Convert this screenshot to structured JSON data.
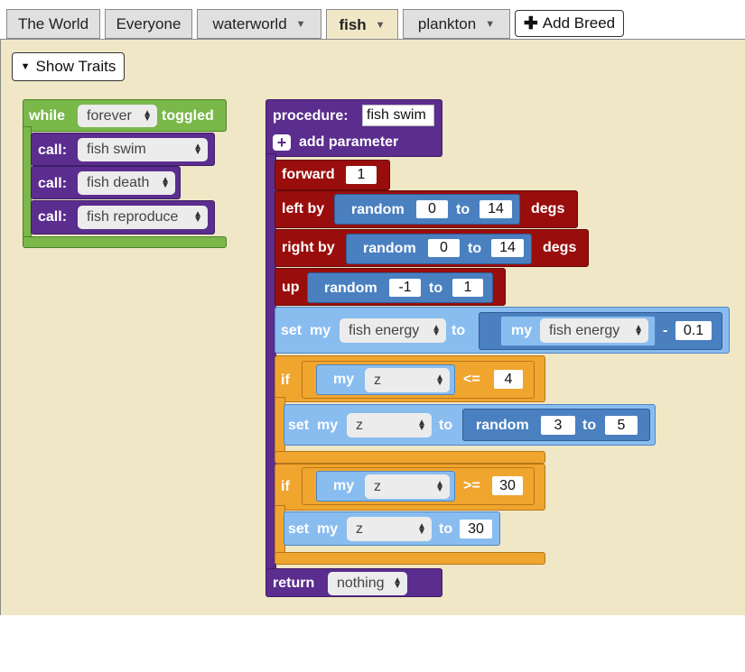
{
  "tabs": [
    "The World",
    "Everyone",
    "waterworld",
    "fish",
    "plankton"
  ],
  "add_breed_label": "Add Breed",
  "show_traits_label": "Show Traits",
  "while_block": {
    "while_label": "while",
    "condition": "forever",
    "toggled_label": "toggled",
    "calls": [
      {
        "label": "call:",
        "proc": "fish swim"
      },
      {
        "label": "call:",
        "proc": "fish death"
      },
      {
        "label": "call:",
        "proc": "fish reproduce"
      }
    ]
  },
  "procedure": {
    "label": "procedure:",
    "name": "fish swim",
    "add_param": "add parameter",
    "forward": {
      "label": "forward",
      "value": "1"
    },
    "left": {
      "label": "left by",
      "random": "random",
      "from": "0",
      "to_label": "to",
      "to": "14",
      "unit": "degs"
    },
    "right": {
      "label": "right by",
      "random": "random",
      "from": "0",
      "to_label": "to",
      "to": "14",
      "unit": "degs"
    },
    "up": {
      "label": "up",
      "random": "random",
      "from": "-1",
      "to_label": "to",
      "to": "1"
    },
    "set_energy": {
      "set": "set",
      "my": "my",
      "var": "fish energy",
      "to_label": "to",
      "my2": "my",
      "var2": "fish energy",
      "op": "-",
      "value": "0.1"
    },
    "if1": {
      "if": "if",
      "my": "my",
      "var": "z",
      "op": "<=",
      "value": "4",
      "set": "set",
      "set_my": "my",
      "set_var": "z",
      "to_label": "to",
      "random": "random",
      "from": "3",
      "to2": "to",
      "to": "5"
    },
    "if2": {
      "if": "if",
      "my": "my",
      "var": "z",
      "op": ">=",
      "value": "30",
      "set": "set",
      "set_my": "my",
      "set_var": "z",
      "to_label": "to",
      "set_value": "30"
    },
    "return": {
      "label": "return",
      "value": "nothing"
    }
  }
}
